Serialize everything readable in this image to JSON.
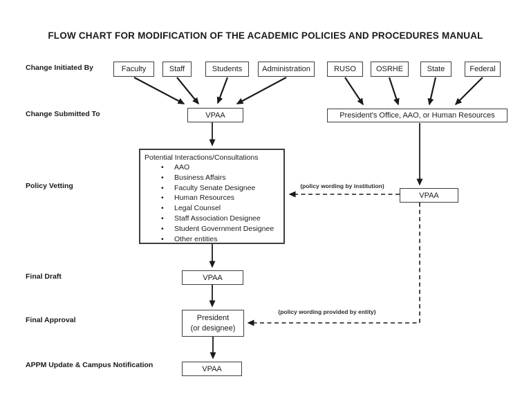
{
  "title": "FLOW CHART FOR MODIFICATION OF THE ACADEMIC POLICIES AND PROCEDURES MANUAL",
  "stages": {
    "initiated": "Change Initiated By",
    "submitted": "Change Submitted To",
    "vetting": "Policy Vetting",
    "final_draft": "Final Draft",
    "final_approval": "Final Approval",
    "appm_update": "APPM Update & Campus Notification"
  },
  "initiators": {
    "internal": [
      "Faculty",
      "Staff",
      "Students",
      "Administration"
    ],
    "external": [
      "RUSO",
      "OSRHE",
      "State",
      "Federal"
    ]
  },
  "nodes": {
    "vpaa_submitted": "VPAA",
    "presidents_office": "President's Office, AAO, or Human Resources",
    "vetting_title": "Potential Interactions/Consultations",
    "vetting_items": [
      "AAO",
      "Business Affairs",
      "Faculty Senate Designee",
      "Human Resources",
      "Legal Counsel",
      "Staff Association Designee",
      "Student Government Designee",
      "Other entities"
    ],
    "vpaa_institution": "VPAA",
    "vpaa_final_draft": "VPAA",
    "president_line1": "President",
    "president_line2": "(or designee)",
    "vpaa_appm": "VPAA"
  },
  "annotations": {
    "institution_note": "(policy wording by institution)",
    "entity_note": "(policy wording provided by entity)"
  },
  "colors": {
    "ink": "#1a1a1a",
    "box_border": "#3d3d3d",
    "background": "#ffffff"
  }
}
